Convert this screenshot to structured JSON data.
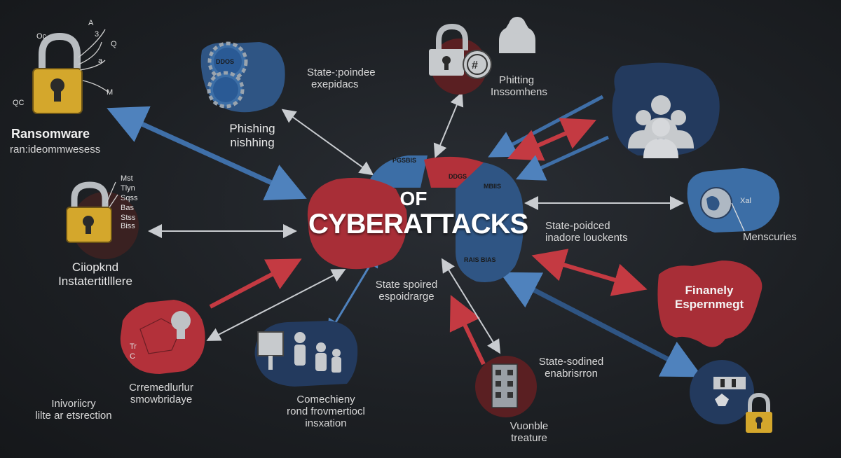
{
  "hub": {
    "of": "OF",
    "title": "CYBERATTACKS",
    "patch_labels": [
      "PGSBIS",
      "DDGS",
      "MBIIS",
      "RAIS BIAS"
    ]
  },
  "nodes": {
    "ransomware": {
      "title": "Ransomware",
      "subtitle": "ran:ideommwesess",
      "lock_letters": [
        "Oc",
        "A",
        "3",
        "Q",
        "a",
        "QC",
        "M"
      ]
    },
    "phishing_gears": {
      "gear_label": "DDOS",
      "title": "Phishing",
      "subtitle": "nishhing"
    },
    "state_top": {
      "line1": "State-:poindee",
      "line2": "exepidacs"
    },
    "phitting": {
      "line1": "Phitting",
      "line2": "Inssomhens"
    },
    "menscuries": {
      "label": "Menscuries",
      "globe_label": "Xal"
    },
    "state_right": {
      "line1": "State-poidced",
      "line2": "inadore louckents"
    },
    "finanely": {
      "line1": "Finanely",
      "line2": "Espernmegt"
    },
    "ciiopknd": {
      "line1": "Ciiopknd",
      "line2": "Instatertitlllere",
      "lock_letters": [
        "Mst",
        "Tlyn",
        "Sqss",
        "Bas",
        "Stss",
        "Biss"
      ]
    },
    "state_mid": {
      "line1": "State spoired",
      "line2": "espoidrarge"
    },
    "cremed": {
      "line1": "Crremedlurlur",
      "line2": "smowbridaye"
    },
    "inivoricy": {
      "line1": "Inivoriicry",
      "line2": "lilte ar etsrection"
    },
    "comechieny": {
      "line1": "Comechieny",
      "line2": "rond frovmertiocl",
      "line3": "insxation"
    },
    "state_bottom": {
      "line1": "State-sodined",
      "line2": "enabrisrron"
    },
    "vuonble": {
      "line1": "Vuonble",
      "line2": "treature"
    }
  },
  "colors": {
    "red": "#b3313a",
    "blue": "#3c6ea6",
    "darkblue": "#233a5e",
    "gold": "#d4a72c",
    "grey": "#b9bdc2"
  }
}
